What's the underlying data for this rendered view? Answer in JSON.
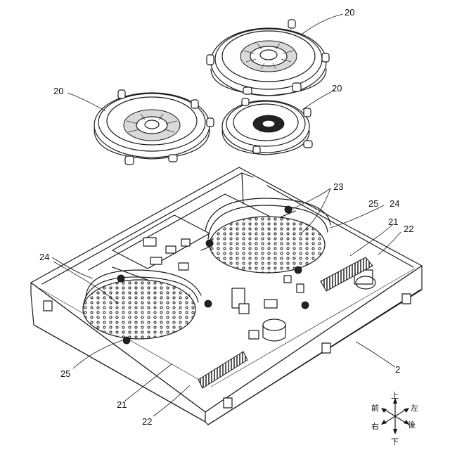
{
  "labels": {
    "fan_top_right": "20",
    "fan_left": "20",
    "fan_mid": "20",
    "hole_top": "23",
    "shroud_left": "24",
    "shroud_right": "24",
    "opening_left": "25",
    "opening_right": "25",
    "panel_right": "21",
    "panel_bottom": "21",
    "rail_right": "22",
    "rail_bottom": "22",
    "housing": "2"
  },
  "directions": {
    "up": "上",
    "down": "下",
    "front": "前",
    "back": "後",
    "left": "左",
    "right": "右"
  }
}
